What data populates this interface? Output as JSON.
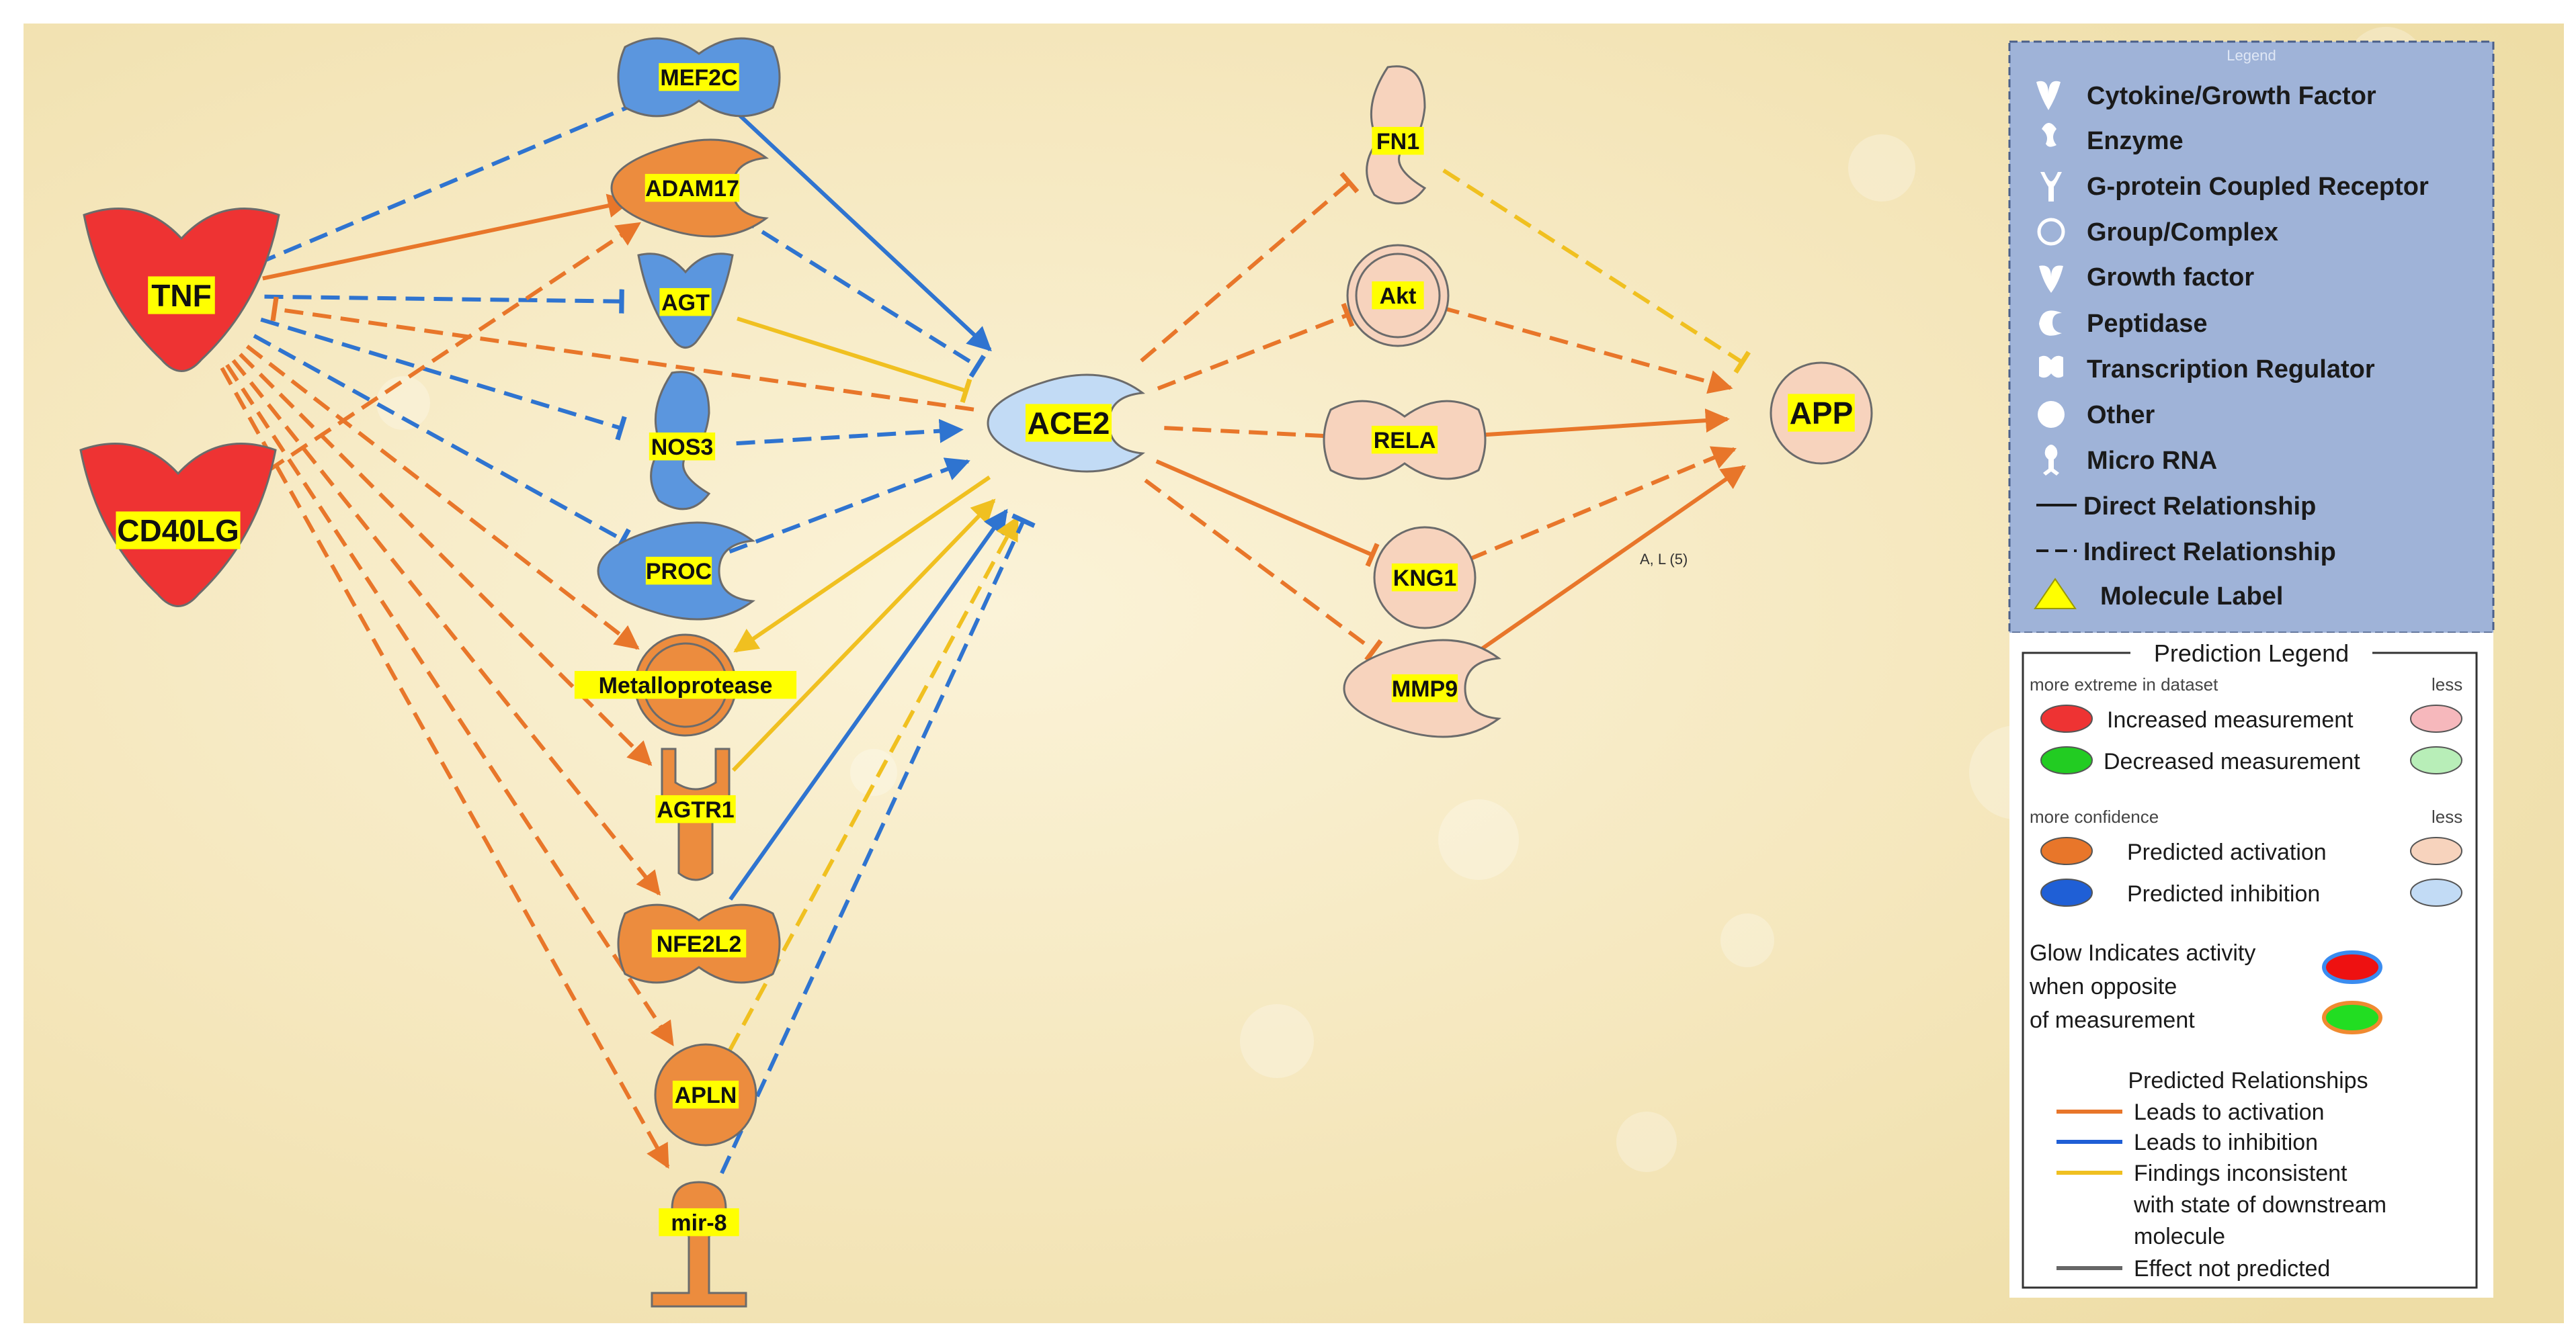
{
  "colors": {
    "activation": "#e8762a",
    "inhibition": "#2f74d0",
    "inconsistent": "#f0c020",
    "not_predicted": "#666666",
    "label_bg": "#ffff00",
    "node_red": "#ee3333",
    "node_blue": "#5b96de",
    "node_orange": "#ec8c3e",
    "node_light_orange": "#f7d3bd",
    "node_light_blue": "#c2dbf5",
    "legend_bg": "#9fb3d8"
  },
  "nodes": {
    "TNF": {
      "label": "TNF",
      "type": "cytokine",
      "state": "increased"
    },
    "CD40LG": {
      "label": "CD40LG",
      "type": "cytokine",
      "state": "increased"
    },
    "MEF2C": {
      "label": "MEF2C",
      "type": "transcription-regulator",
      "state": "predicted-inhibition"
    },
    "ADAM17": {
      "label": "ADAM17",
      "type": "peptidase",
      "state": "predicted-activation"
    },
    "AGT": {
      "label": "AGT",
      "type": "growth-factor",
      "state": "predicted-inhibition"
    },
    "NOS3": {
      "label": "NOS3",
      "type": "enzyme",
      "state": "predicted-inhibition"
    },
    "PROC": {
      "label": "PROC",
      "type": "peptidase",
      "state": "predicted-inhibition"
    },
    "Metalloprotease": {
      "label": "Metalloprotease",
      "type": "group",
      "state": "predicted-activation"
    },
    "AGTR1": {
      "label": "AGTR1",
      "type": "gpcr",
      "state": "predicted-activation"
    },
    "NFE2L2": {
      "label": "NFE2L2",
      "type": "transcription-regulator",
      "state": "predicted-activation"
    },
    "APLN": {
      "label": "APLN",
      "type": "other",
      "state": "predicted-activation"
    },
    "mir-8": {
      "label": "mir-8",
      "type": "microrna",
      "state": "predicted-activation"
    },
    "ACE2": {
      "label": "ACE2",
      "type": "peptidase",
      "state": "predicted-inhibition-less"
    },
    "FN1": {
      "label": "FN1",
      "type": "enzyme",
      "state": "predicted-activation-less"
    },
    "Akt": {
      "label": "Akt",
      "type": "group",
      "state": "predicted-activation-less"
    },
    "RELA": {
      "label": "RELA",
      "type": "transcription-regulator",
      "state": "predicted-activation-less"
    },
    "KNG1": {
      "label": "KNG1",
      "type": "other",
      "state": "predicted-activation-less"
    },
    "MMP9": {
      "label": "MMP9",
      "type": "peptidase",
      "state": "predicted-activation-less"
    },
    "APP": {
      "label": "APP",
      "type": "other",
      "state": "predicted-activation-less"
    }
  },
  "edges": [
    {
      "from": "TNF",
      "to": "MEF2C",
      "style": "indirect",
      "effect": "inhibition",
      "end": "bar"
    },
    {
      "from": "TNF",
      "to": "ADAM17",
      "style": "direct",
      "effect": "activation",
      "end": "arrow"
    },
    {
      "from": "TNF",
      "to": "AGT",
      "style": "indirect",
      "effect": "inhibition",
      "end": "bar"
    },
    {
      "from": "TNF",
      "to": "NOS3",
      "style": "indirect",
      "effect": "inhibition",
      "end": "bar"
    },
    {
      "from": "TNF",
      "to": "PROC",
      "style": "indirect",
      "effect": "inhibition",
      "end": "bar"
    },
    {
      "from": "ACE2",
      "to": "TNF",
      "style": "indirect",
      "effect": "activation",
      "end": "bar"
    },
    {
      "from": "TNF",
      "to": "Metalloprotease",
      "style": "indirect",
      "effect": "activation",
      "end": "arrow"
    },
    {
      "from": "TNF",
      "to": "AGTR1",
      "style": "indirect",
      "effect": "activation",
      "end": "arrow"
    },
    {
      "from": "TNF",
      "to": "NFE2L2",
      "style": "indirect",
      "effect": "activation",
      "end": "arrow"
    },
    {
      "from": "TNF",
      "to": "APLN",
      "style": "indirect",
      "effect": "activation",
      "end": "arrow"
    },
    {
      "from": "TNF",
      "to": "mir-8",
      "style": "indirect",
      "effect": "activation",
      "end": "arrow"
    },
    {
      "from": "CD40LG",
      "to": "ADAM17",
      "style": "indirect",
      "effect": "activation",
      "end": "arrow"
    },
    {
      "from": "MEF2C",
      "to": "ACE2",
      "style": "direct",
      "effect": "inhibition",
      "end": "arrow"
    },
    {
      "from": "ADAM17",
      "to": "ACE2",
      "style": "indirect",
      "effect": "inhibition",
      "end": "bar"
    },
    {
      "from": "AGT",
      "to": "ACE2",
      "style": "direct",
      "effect": "inconsistent",
      "end": "bar"
    },
    {
      "from": "NOS3",
      "to": "ACE2",
      "style": "indirect",
      "effect": "inhibition",
      "end": "arrow"
    },
    {
      "from": "PROC",
      "to": "ACE2",
      "style": "indirect",
      "effect": "inhibition",
      "end": "arrow"
    },
    {
      "from": "ACE2",
      "to": "Metalloprotease",
      "style": "direct",
      "effect": "inconsistent",
      "end": "arrow"
    },
    {
      "from": "AGTR1",
      "to": "ACE2",
      "style": "direct",
      "effect": "inconsistent",
      "end": "arrow"
    },
    {
      "from": "NFE2L2",
      "to": "ACE2",
      "style": "direct",
      "effect": "inhibition",
      "end": "arrow"
    },
    {
      "from": "APLN",
      "to": "ACE2",
      "style": "indirect",
      "effect": "inconsistent",
      "end": "arrow"
    },
    {
      "from": "mir-8",
      "to": "ACE2",
      "style": "indirect",
      "effect": "inhibition",
      "end": "bar"
    },
    {
      "from": "ACE2",
      "to": "FN1",
      "style": "indirect",
      "effect": "activation",
      "end": "bar"
    },
    {
      "from": "ACE2",
      "to": "Akt",
      "style": "indirect",
      "effect": "activation",
      "end": "bar"
    },
    {
      "from": "ACE2",
      "to": "RELA",
      "style": "indirect",
      "effect": "activation",
      "end": "bar"
    },
    {
      "from": "ACE2",
      "to": "KNG1",
      "style": "direct",
      "effect": "activation",
      "end": "bar"
    },
    {
      "from": "ACE2",
      "to": "MMP9",
      "style": "indirect",
      "effect": "activation",
      "end": "bar"
    },
    {
      "from": "FN1",
      "to": "APP",
      "style": "indirect",
      "effect": "inconsistent",
      "end": "bar"
    },
    {
      "from": "Akt",
      "to": "APP",
      "style": "indirect",
      "effect": "activation",
      "end": "arrow"
    },
    {
      "from": "RELA",
      "to": "APP",
      "style": "direct",
      "effect": "activation",
      "end": "arrow"
    },
    {
      "from": "KNG1",
      "to": "APP",
      "style": "indirect",
      "effect": "activation",
      "end": "arrow"
    },
    {
      "from": "MMP9",
      "to": "APP",
      "style": "direct",
      "effect": "activation",
      "end": "arrow"
    }
  ],
  "edge_note": "A, L (5)",
  "legend": {
    "title": "Legend",
    "items": [
      {
        "icon": "cytokine-icon",
        "label": "Cytokine/Growth Factor"
      },
      {
        "icon": "enzyme-icon",
        "label": "Enzyme"
      },
      {
        "icon": "gpcr-icon",
        "label": "G-protein Coupled Receptor"
      },
      {
        "icon": "group-icon",
        "label": "Group/Complex"
      },
      {
        "icon": "growth-factor-icon",
        "label": "Growth factor"
      },
      {
        "icon": "peptidase-icon",
        "label": "Peptidase"
      },
      {
        "icon": "transcription-regulator-icon",
        "label": "Transcription Regulator"
      },
      {
        "icon": "other-icon",
        "label": "Other"
      },
      {
        "icon": "microrna-icon",
        "label": "Micro RNA"
      },
      {
        "icon": "solid-line-icon",
        "label": "Direct Relationship"
      },
      {
        "icon": "dashed-line-icon",
        "label": "Indirect Relationship"
      },
      {
        "icon": "triangle-icon",
        "label": "Molecule Label"
      }
    ]
  },
  "prediction_legend": {
    "title": "Prediction Legend",
    "more_extreme": "more extreme in dataset",
    "less": "less",
    "increased": "Increased measurement",
    "decreased": "Decreased measurement",
    "more_confidence": "more confidence",
    "activation": "Predicted activation",
    "inhibition": "Predicted inhibition",
    "glow_lines": [
      "Glow Indicates activity",
      "when opposite",
      "of measurement"
    ],
    "relationships_title": "Predicted Relationships",
    "rel_activation": "Leads to activation",
    "rel_inhibition": "Leads to inhibition",
    "rel_inconsistent_lines": [
      "Findings inconsistent",
      "with state of downstream",
      "molecule"
    ],
    "rel_not_predicted": "Effect not predicted"
  }
}
